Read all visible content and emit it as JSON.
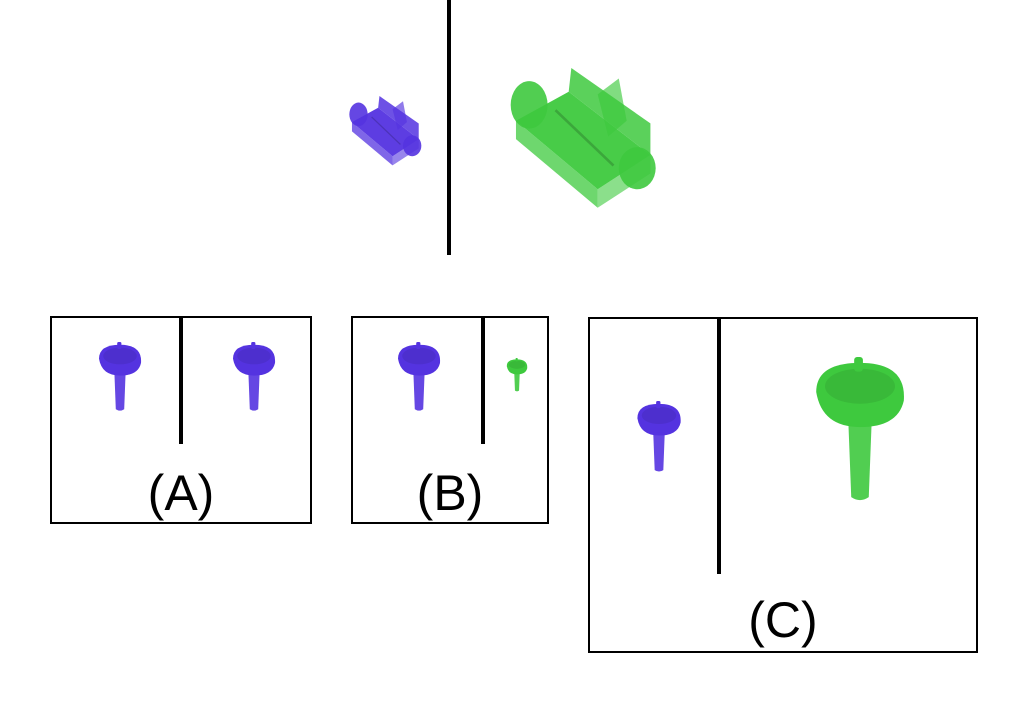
{
  "colors": {
    "blue": "#5433e0",
    "green": "#3ec93e",
    "line": "#000000"
  },
  "prompt": {
    "left_item": "blue-sofa",
    "right_item": "green-sofa"
  },
  "options": [
    {
      "label": "(A)",
      "left_item": "blue-sink",
      "right_item": "blue-sink"
    },
    {
      "label": "(B)",
      "left_item": "blue-sink",
      "right_item": "green-sink"
    },
    {
      "label": "(C)",
      "left_item": "blue-sink",
      "right_item": "green-sink"
    }
  ]
}
